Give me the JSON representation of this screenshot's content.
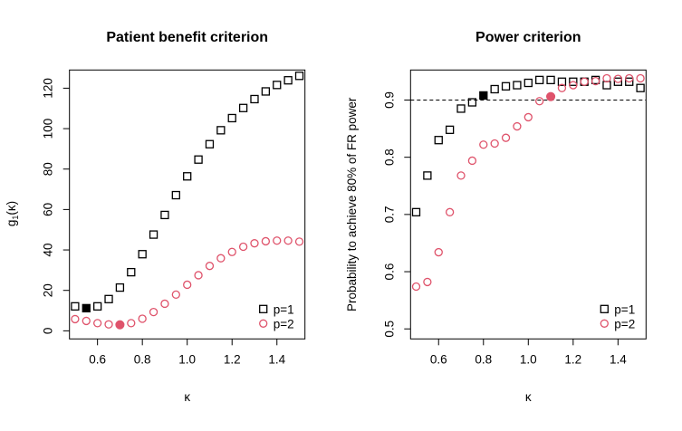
{
  "figure": {
    "panels": [
      {
        "title": "Patient benefit criterion",
        "xlabel": "κ",
        "ylabel_main": "g",
        "ylabel_sub": "1",
        "ylabel_tail": "(κ)"
      },
      {
        "title": "Power criterion",
        "xlabel": "κ",
        "ylabel": "Probability to achieve 80% of FR power"
      }
    ],
    "legend": {
      "items": [
        {
          "label": "p=1",
          "marker": "open-square",
          "color": "#000000"
        },
        {
          "label": "p=2",
          "marker": "open-circle",
          "color": "#DF536B"
        }
      ]
    },
    "colors": {
      "p1": "#000000",
      "p2": "#DF536B",
      "axis": "#000000"
    }
  },
  "chart_data": [
    {
      "type": "scatter",
      "title": "Patient benefit criterion",
      "xlabel": "κ",
      "ylabel": "g1(κ)",
      "xlim": [
        0.475,
        1.525
      ],
      "ylim": [
        -4,
        129
      ],
      "xticks": [
        0.6,
        0.8,
        1.0,
        1.2,
        1.4
      ],
      "xtick_labels": [
        "0.6",
        "0.8",
        "1.0",
        "1.2",
        "1.4"
      ],
      "yticks": [
        0,
        20,
        40,
        60,
        80,
        100,
        120
      ],
      "ytick_labels": [
        "0",
        "20",
        "40",
        "60",
        "80",
        "100",
        "120"
      ],
      "grid": false,
      "legend_position": "bottomright",
      "x": [
        0.5,
        0.55,
        0.6,
        0.65,
        0.7,
        0.75,
        0.8,
        0.85,
        0.9,
        0.95,
        1.0,
        1.05,
        1.1,
        1.15,
        1.2,
        1.25,
        1.3,
        1.35,
        1.4,
        1.45,
        1.5
      ],
      "series": [
        {
          "name": "p=1",
          "marker": "square",
          "color": "#000000",
          "values": [
            12.1,
            11.2,
            12.1,
            15.7,
            21.4,
            29.0,
            37.9,
            47.6,
            57.3,
            67.1,
            76.4,
            84.7,
            92.3,
            99.2,
            105.2,
            110.2,
            114.6,
            118.4,
            121.6,
            123.9,
            126.1
          ],
          "highlight_index": 1
        },
        {
          "name": "p=2",
          "marker": "circle",
          "color": "#DF536B",
          "values": [
            5.8,
            4.9,
            3.8,
            3.2,
            3.0,
            3.8,
            6.0,
            9.3,
            13.4,
            17.9,
            22.8,
            27.5,
            32.1,
            35.9,
            39.0,
            41.6,
            43.3,
            44.3,
            44.6,
            44.6,
            44.1
          ],
          "highlight_index": 4
        }
      ]
    },
    {
      "type": "scatter",
      "title": "Power criterion",
      "xlabel": "κ",
      "ylabel": "Probability to achieve 80% of FR power",
      "xlim": [
        0.475,
        1.525
      ],
      "ylim": [
        0.4825,
        0.9525
      ],
      "xticks": [
        0.6,
        0.8,
        1.0,
        1.2,
        1.4
      ],
      "xtick_labels": [
        "0.6",
        "0.8",
        "1.0",
        "1.2",
        "1.4"
      ],
      "yticks": [
        0.5,
        0.6,
        0.7,
        0.8,
        0.9
      ],
      "ytick_labels": [
        "0.5",
        "0.6",
        "0.7",
        "0.8",
        "0.9"
      ],
      "grid": false,
      "legend_position": "bottomright",
      "hline": {
        "y": 0.9,
        "style": "dashed"
      },
      "x": [
        0.5,
        0.55,
        0.6,
        0.65,
        0.7,
        0.75,
        0.8,
        0.85,
        0.9,
        0.95,
        1.0,
        1.05,
        1.1,
        1.15,
        1.2,
        1.25,
        1.3,
        1.35,
        1.4,
        1.45,
        1.5
      ],
      "series": [
        {
          "name": "p=1",
          "marker": "square",
          "color": "#000000",
          "values": [
            0.704,
            0.768,
            0.83,
            0.848,
            0.885,
            0.896,
            0.908,
            0.919,
            0.924,
            0.926,
            0.93,
            0.935,
            0.935,
            0.932,
            0.932,
            0.932,
            0.935,
            0.926,
            0.932,
            0.932,
            0.921
          ],
          "highlight_index": 6
        },
        {
          "name": "p=2",
          "marker": "circle",
          "color": "#DF536B",
          "values": [
            0.574,
            0.582,
            0.634,
            0.704,
            0.768,
            0.794,
            0.822,
            0.824,
            0.834,
            0.854,
            0.87,
            0.898,
            0.906,
            0.921,
            0.926,
            0.932,
            0.933,
            0.938,
            0.937,
            0.938,
            0.938
          ],
          "highlight_index": 12
        }
      ]
    }
  ]
}
